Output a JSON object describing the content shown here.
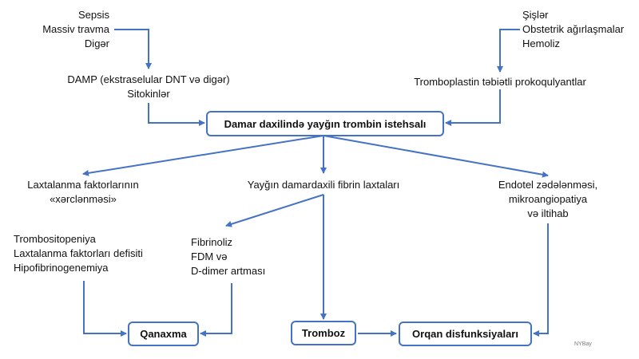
{
  "causes_left": [
    "Sepsis",
    "Massiv travma",
    "Digər"
  ],
  "mediators": [
    "DAMP (ekstraselular DNT və digər)",
    "Sitokinlər"
  ],
  "causes_right": [
    "Şişlər",
    "Obstetrik ağırlaşmalar",
    "Hemoliz"
  ],
  "procoagulants": "Tromboplastin təbiətli prokoqulyantlar",
  "central_node": "Damar daxilində yayğın trombin istehsalı",
  "consumption": [
    "Laxtalanma faktorlarının",
    "«xərclənməsi»"
  ],
  "consumption_effects": [
    "Trombositopeniya",
    "Laxtalanma faktorları defisiti",
    "Hipofibrinogenemiya"
  ],
  "fibrin_clots": "Yayğın damardaxili fibrin laxtaları",
  "fibrinolysis": [
    "Fibrinoliz",
    "FDM və",
    "D-dimer artması"
  ],
  "endothelial": [
    "Endotel zədələnməsi,",
    "mikroangiopatiya",
    "və iltihab"
  ],
  "outcomes": {
    "bleeding": "Qanaxma",
    "thrombosis": "Tromboz",
    "organ_dysfunction": "Orqan disfunksiyaları"
  },
  "credit": "NYBay",
  "colors": {
    "arrow": "#4472C4",
    "box_border": "#4472C4"
  }
}
